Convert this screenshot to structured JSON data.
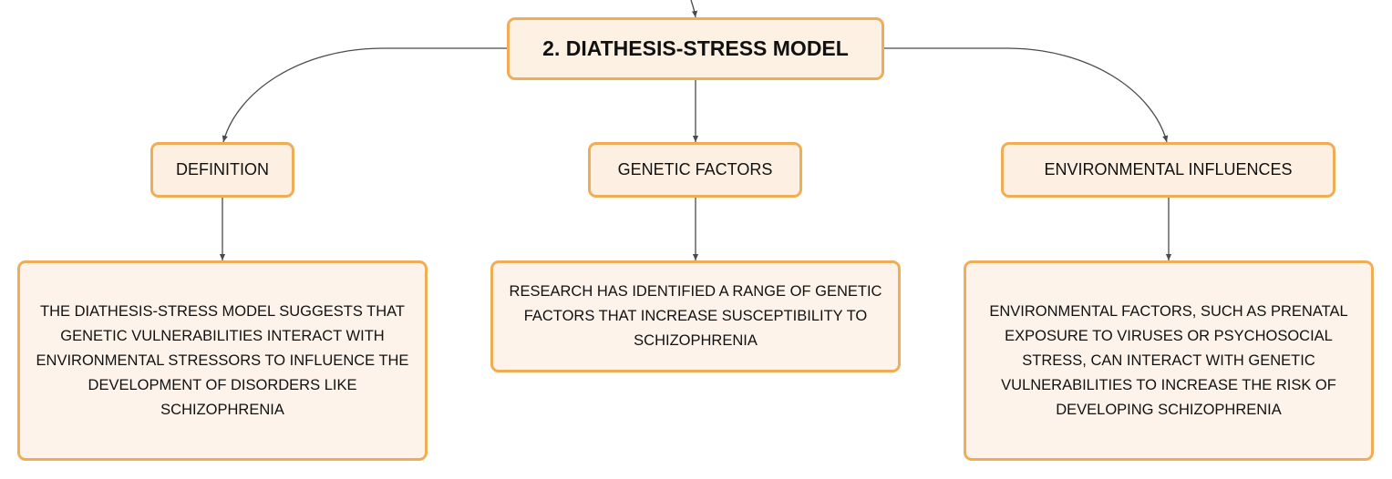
{
  "root": {
    "label": "2. DIATHESIS-STRESS MODEL"
  },
  "categories": [
    {
      "label": "DEFINITION"
    },
    {
      "label": "GENETIC FACTORS"
    },
    {
      "label": "ENVIRONMENTAL INFLUENCES"
    }
  ],
  "details": [
    {
      "text": "THE DIATHESIS-STRESS MODEL SUGGESTS THAT GENETIC VULNERABILITIES INTERACT WITH ENVIRONMENTAL STRESSORS TO INFLUENCE THE DEVELOPMENT OF DISORDERS LIKE SCHIZOPHRENIA"
    },
    {
      "text": "RESEARCH HAS IDENTIFIED A RANGE OF GENETIC FACTORS THAT INCREASE SUSCEPTIBILITY TO SCHIZOPHRENIA"
    },
    {
      "text": "ENVIRONMENTAL FACTORS, SUCH AS PRENATAL EXPOSURE TO VIRUSES OR PSYCHOSOCIAL STRESS, CAN INTERACT WITH GENETIC VULNERABILITIES TO INCREASE THE RISK OF DEVELOPING SCHIZOPHRENIA"
    }
  ],
  "colors": {
    "node_border": "#efad56",
    "node_fill": "#fdf1e4",
    "connector": "#4a4a4a"
  }
}
